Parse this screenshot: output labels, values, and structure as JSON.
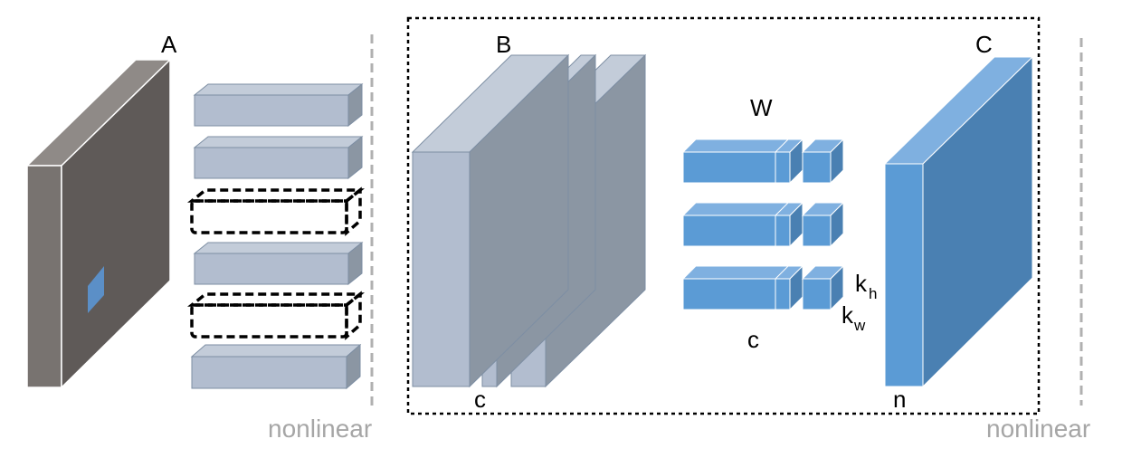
{
  "labels": {
    "a": "A",
    "b": "B",
    "c_upper": "C",
    "w": "W",
    "c_lower_left": "c",
    "c_lower_mid": "c",
    "n": "n",
    "k_h_base": "k",
    "k_h_sub": "h",
    "k_w_base": "k",
    "k_w_sub": "w",
    "nonlinear_left": "nonlinear",
    "nonlinear_right": "nonlinear"
  },
  "colors": {
    "dark_block": "#5f5a58",
    "dark_block_front": "#787370",
    "dark_block_top": "#8f8a87",
    "light_block_front": "#b2bdcf",
    "light_block_side": "#8b96a3",
    "light_block_top": "#c3ccd9",
    "blue_front": "#5b9bd5",
    "blue_side": "#4a80b2",
    "blue_top": "#7fb0e0",
    "gray_text": "#a6a6a6"
  },
  "layout": {
    "stacked_slabs": [
      "solid",
      "solid",
      "dashed",
      "solid",
      "dashed",
      "solid"
    ],
    "filter_rows": 3
  }
}
